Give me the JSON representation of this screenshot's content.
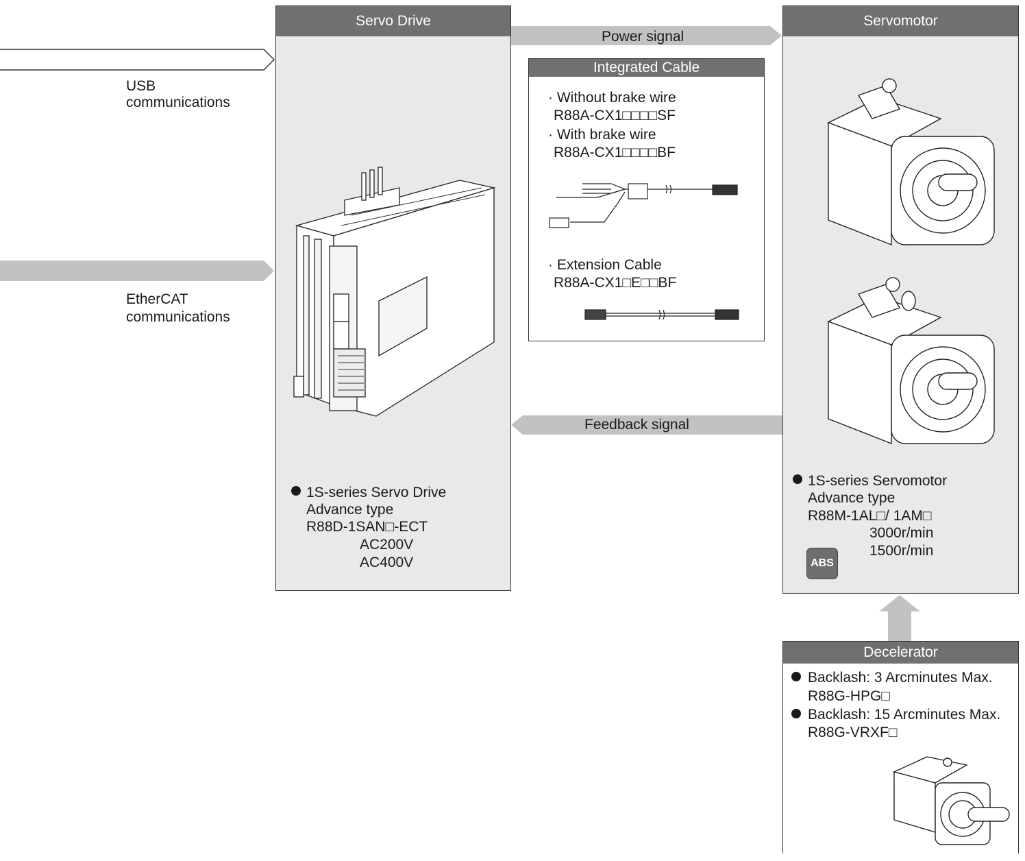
{
  "usb": {
    "label_line1": "USB",
    "label_line2": "communications"
  },
  "ethercat": {
    "label_line1": "EtherCAT",
    "label_line2": "communications"
  },
  "servo_drive": {
    "title": "Servo Drive",
    "desc_line1": "1S-series Servo Drive",
    "desc_line2": "Advance type",
    "desc_line3": "R88D-1SAN□-ECT",
    "desc_line4": "AC200V",
    "desc_line5": "AC400V"
  },
  "power_signal": {
    "label": "Power signal"
  },
  "feedback_signal": {
    "label": "Feedback signal"
  },
  "integrated_cable": {
    "title": "Integrated Cable",
    "item1_line1": "· Without brake wire",
    "item1_line2": "R88A-CX1□□□□SF",
    "item2_line1": "· With brake wire",
    "item2_line2": "R88A-CX1□□□□BF",
    "item3_line1": "· Extension Cable",
    "item3_line2": "R88A-CX1□E□□BF"
  },
  "servomotor": {
    "title": "Servomotor",
    "desc_line1": "1S-series Servomotor",
    "desc_line2": "Advance type",
    "desc_line3": "R88M-1AL□/ 1AM□",
    "desc_line4": "3000r/min",
    "desc_line5": "1500r/min",
    "badge": "ABS"
  },
  "decelerator": {
    "title": "Decelerator",
    "item1_line1": "Backlash: 3 Arcminutes Max.",
    "item1_line2": "R88G-HPG□",
    "item2_line1": "Backlash: 15 Arcminutes Max.",
    "item2_line2": "R88G-VRXF□"
  },
  "colors": {
    "panel_bg": "#e9e9e9",
    "header_bg": "#707070",
    "arrow_gray": "#c2c2c2",
    "badge_bg": "#6e6e6e"
  }
}
